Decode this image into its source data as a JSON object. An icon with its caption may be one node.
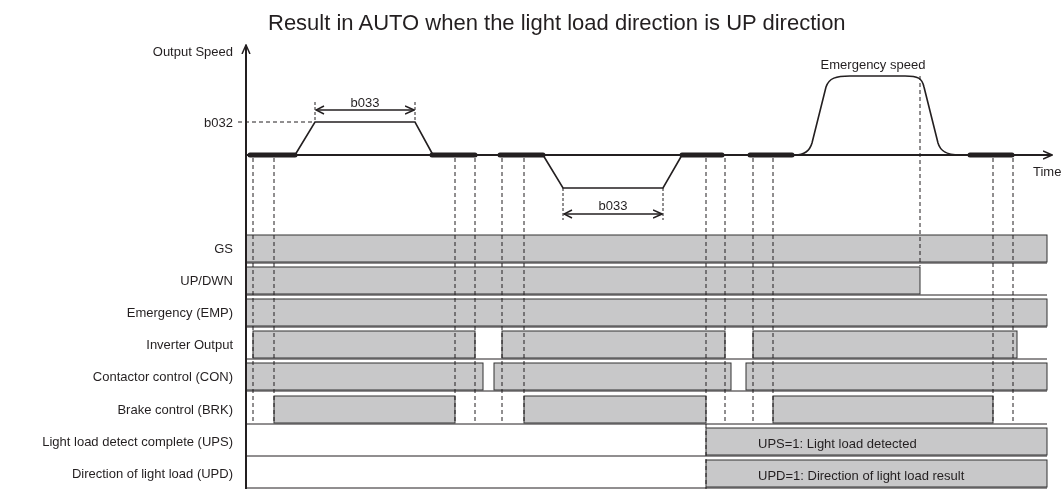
{
  "diagram": {
    "title": "Result in AUTO when the light load direction is UP direction",
    "labels": [
      "Output Speed",
      "b033",
      "b032",
      "Emergency speed",
      "Time",
      "b033",
      "GS",
      "UP/DWN",
      "Emergency (EMP)",
      "Inverter Output",
      "Contactor control (CON)",
      "Brake control (BRK)",
      "Light load detect complete (UPS)",
      "UPS=1: Light load detected",
      "Direction of light load (UPD)",
      "UPD=1: Direction of light load result"
    ]
  }
}
